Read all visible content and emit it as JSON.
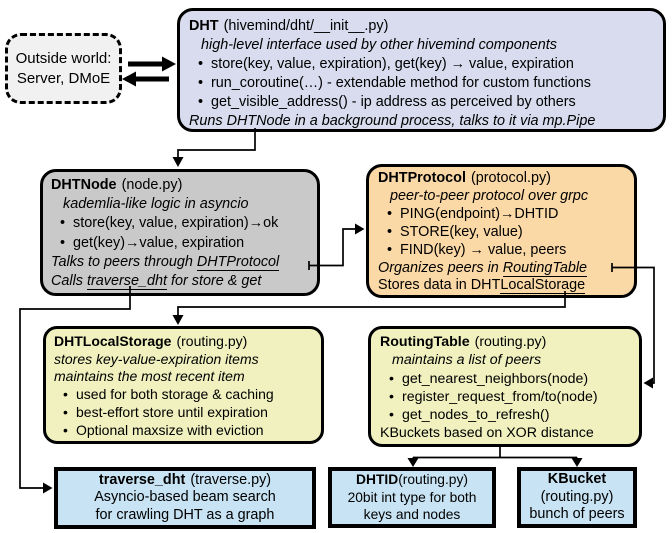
{
  "glyphs": {
    "bullet": "•"
  },
  "colors": {
    "dht_bg": "#d8dcee",
    "node_bg": "#c9c9c9",
    "protocol_bg": "#fbd9a6",
    "storage_bg": "#f0f1bf",
    "routing_bg": "#f0f1bf",
    "leaf_bg": "#c8e4f4",
    "outside_bg": "#f1f1f1",
    "line": "#000000"
  },
  "outside_box": {
    "line1": "Outside world:",
    "line2": "Server, DMoE"
  },
  "dht_box": {
    "name": "DHT",
    "file": "(hivemind/dht/__init__.py)",
    "subtitle": "high-level interface used by other hivemind components",
    "bullets": [
      "store(key, value, expiration), get(key) → value, expiration",
      "run_coroutine(…) - extendable method for custom functions",
      "get_visible_address() - ip address as perceived by others"
    ],
    "footer_pre": "Runs ",
    "footer_link": "DHTNode",
    "footer_post": " in a background process, talks to it via mp.Pipe"
  },
  "node_box": {
    "name": "DHTNode",
    "file": "(node.py)",
    "subtitle": "kademlia-like logic in asyncio",
    "bullets": [
      "store(key, value, expiration)→ok",
      "get(key)→value, expiration"
    ],
    "footer1_pre": "Talks to peers through ",
    "footer1_link": "DHTProtocol",
    "footer2_pre": "Calls ",
    "footer2_link": "traverse_dht",
    "footer2_post": " for store & get"
  },
  "protocol_box": {
    "name": "DHTProtocol",
    "file": "(protocol.py)",
    "subtitle": "peer-to-peer protocol over grpc",
    "bullets": [
      "PING(endpoint)→DHTID",
      "STORE(key, value)",
      "FIND(key) → value, peers"
    ],
    "footer1_pre": "Organizes peers in ",
    "footer1_link": "RoutingTable",
    "footer2_pre": "Stores data in DHT",
    "footer2_link": "LocalStorage"
  },
  "storage_box": {
    "name": "DHTLocalStorage",
    "file": "(routing.py)",
    "subtitle1": "stores key-value-expiration items",
    "subtitle2": "maintains the most recent item",
    "bullets": [
      "used for both storage & caching",
      "best-effort store until expiration",
      "Optional maxsize with eviction"
    ]
  },
  "routing_box": {
    "name": "RoutingTable",
    "file": "(routing.py)",
    "subtitle": "maintains a list of peers",
    "bullets": [
      "get_nearest_neighbors(node)",
      "register_request_from/to(node)",
      "get_nodes_to_refresh()"
    ],
    "footer": "KBuckets based on XOR distance"
  },
  "traverse_box": {
    "name": "traverse_dht",
    "file": "(traverse.py)",
    "line1": "Asyncio-based beam search",
    "line2": "for crawling DHT as a graph"
  },
  "dhtid_box": {
    "name": "DHTID",
    "file": "(routing.py)",
    "line1": "20bit int type for both",
    "line2": "keys and nodes"
  },
  "kbucket_box": {
    "name": "KBucket",
    "file": "(routing.py)",
    "line1": "bunch of peers"
  }
}
